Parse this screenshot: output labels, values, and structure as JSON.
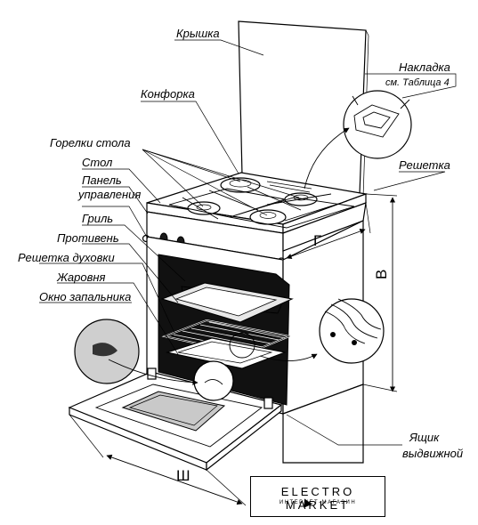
{
  "labels": {
    "lid": "Крышка",
    "overlay_1": "Накладка",
    "overlay_2": "см. Таблица 4",
    "burner": "Конфорка",
    "table_burners": "Горелки стола",
    "table": "Стол",
    "panel_1": "Панель",
    "panel_2": "управления",
    "grid": "Решетка",
    "grill": "Гриль",
    "baking_sheet": "Противень",
    "oven_rack": "Решетка духовки",
    "roaster": "Жаровня",
    "igniter_window": "Окно запальника",
    "drawer_1": "Ящик",
    "drawer_2": "выдвижной"
  },
  "dimensions": {
    "depth": "Г",
    "height": "В",
    "width": "Ш"
  },
  "logo": {
    "name": "ELECTRO MARKET",
    "tagline": "ИНТЕРНЕТ-МАГАЗИН"
  }
}
